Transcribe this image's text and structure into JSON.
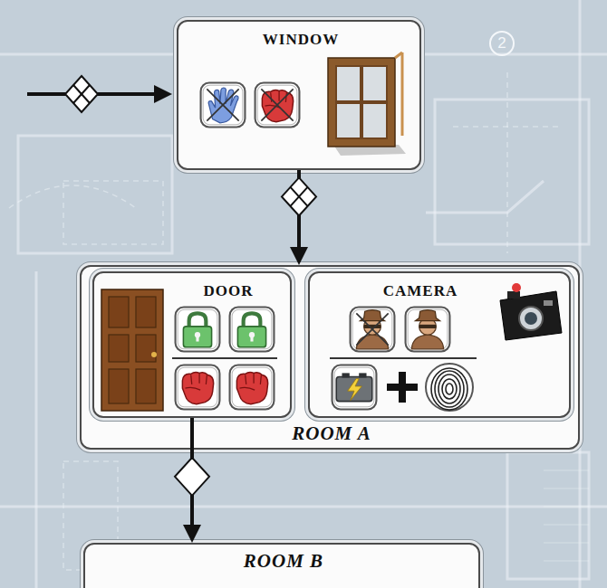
{
  "diagram": {
    "nodes": [
      {
        "text": [
          "WINDOW"
        ]
      },
      {
        "text": [
          "ROOM A"
        ]
      },
      {
        "text": [
          "DOOR"
        ],
        "in": 1
      },
      {
        "text": [
          "CAMERA"
        ],
        "in": 1
      },
      {
        "text": [
          "ROOM B"
        ]
      }
    ],
    "edges": [
      {
        "from": 0,
        "to": 1,
        "arrow": "to"
      },
      {
        "from": 2,
        "to": 4,
        "arrow": "to"
      }
    ],
    "labels": [
      "2"
    ]
  }
}
